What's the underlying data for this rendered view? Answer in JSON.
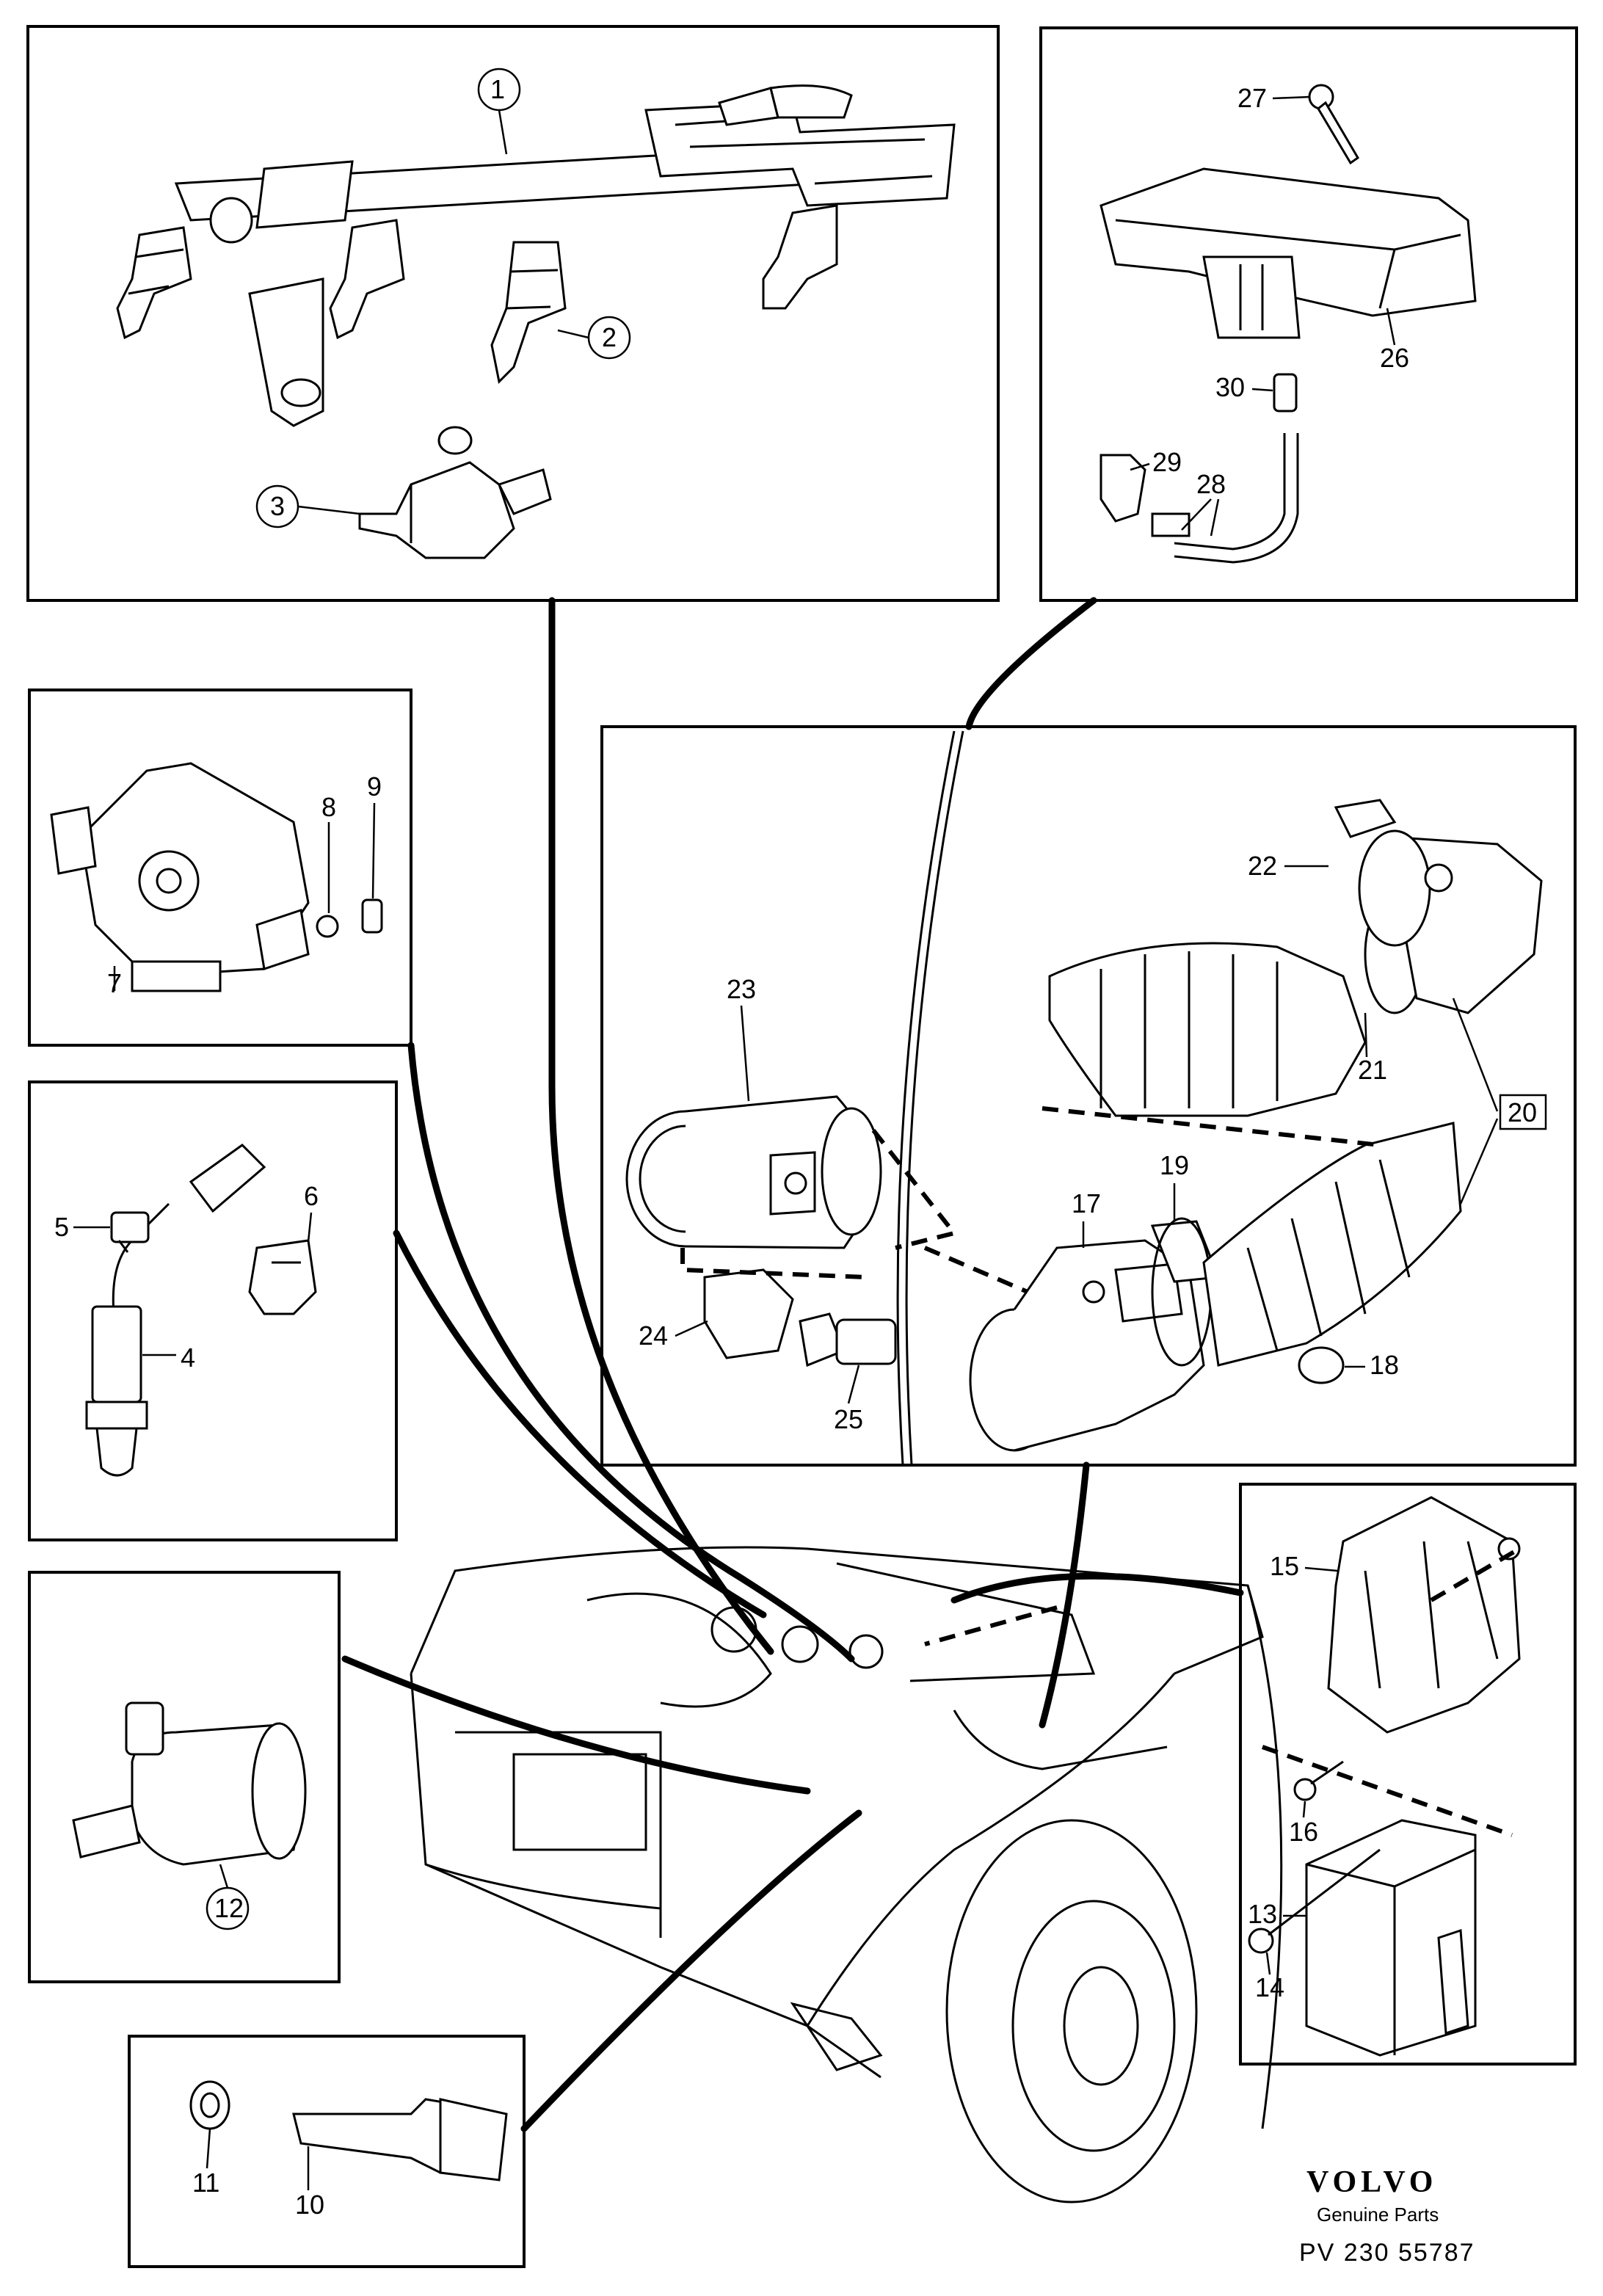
{
  "callouts": {
    "c1": "1",
    "c2": "2",
    "c3": "3",
    "c4": "4",
    "c5": "5",
    "c6": "6",
    "c7": "7",
    "c8": "8",
    "c9": "9",
    "c10": "10",
    "c11": "11",
    "c12": "12",
    "c13": "13",
    "c14": "14",
    "c15": "15",
    "c16": "16",
    "c17": "17",
    "c18": "18",
    "c19": "19",
    "c20": "20",
    "c21": "21",
    "c22": "22",
    "c23": "23",
    "c24": "24",
    "c25": "25",
    "c26": "26",
    "c27": "27",
    "c28": "28",
    "c29": "29",
    "c30": "30"
  },
  "footer": {
    "brand": "VOLVO",
    "subtitle": "Genuine Parts",
    "code": "PV 230 55787"
  }
}
